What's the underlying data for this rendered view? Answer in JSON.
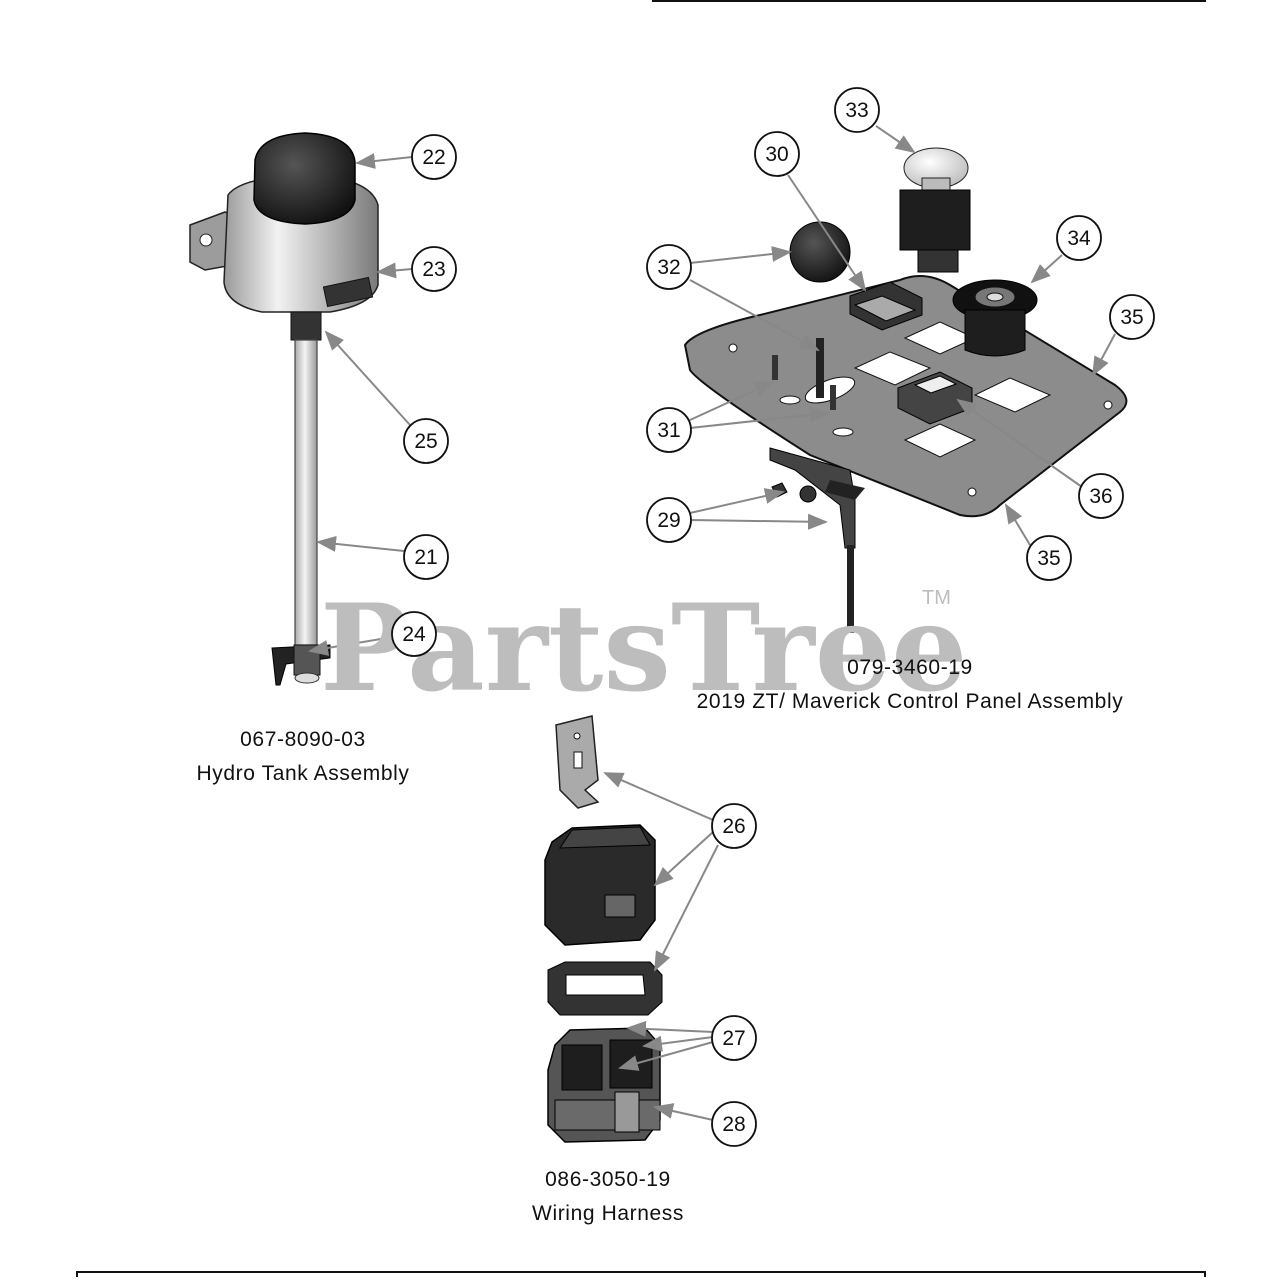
{
  "watermark": {
    "text": "PartsTree",
    "tm": "TM"
  },
  "assemblies": {
    "hydro_tank": {
      "part_number": "067-8090-03",
      "name": "Hydro Tank Assembly"
    },
    "control_panel": {
      "part_number": "079-3460-19",
      "name": "2019 ZT/ Maverick Control Panel Assembly"
    },
    "wiring_harness": {
      "part_number": "086-3050-19",
      "name": "Wiring Harness"
    }
  },
  "callouts": [
    "22",
    "23",
    "25",
    "21",
    "24",
    "33",
    "30",
    "34",
    "32",
    "35",
    "31",
    "36",
    "29",
    "35",
    "26",
    "27",
    "28"
  ]
}
